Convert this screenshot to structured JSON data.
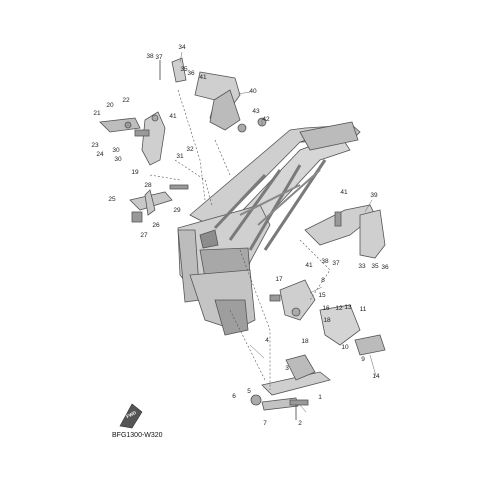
{
  "diagram": {
    "drawing_code": "BFG1300-W320",
    "fwd_badge": "FWD",
    "callouts": [
      {
        "id": "c1",
        "text": "1"
      },
      {
        "id": "c2",
        "text": "2"
      },
      {
        "id": "c3",
        "text": "3"
      },
      {
        "id": "c4",
        "text": "4"
      },
      {
        "id": "c5",
        "text": "5"
      },
      {
        "id": "c6",
        "text": "6"
      },
      {
        "id": "c7",
        "text": "7"
      },
      {
        "id": "c8",
        "text": "8"
      },
      {
        "id": "c9",
        "text": "9"
      },
      {
        "id": "c10",
        "text": "10"
      },
      {
        "id": "c11",
        "text": "11"
      },
      {
        "id": "c12",
        "text": "12"
      },
      {
        "id": "c13",
        "text": "13"
      },
      {
        "id": "c14",
        "text": "14"
      },
      {
        "id": "c15",
        "text": "15"
      },
      {
        "id": "c16",
        "text": "16"
      },
      {
        "id": "c17",
        "text": "17"
      },
      {
        "id": "c18a",
        "text": "18"
      },
      {
        "id": "c18b",
        "text": "18"
      },
      {
        "id": "c19",
        "text": "19"
      },
      {
        "id": "c20",
        "text": "20"
      },
      {
        "id": "c21",
        "text": "21"
      },
      {
        "id": "c22",
        "text": "22"
      },
      {
        "id": "c23",
        "text": "23"
      },
      {
        "id": "c24",
        "text": "24"
      },
      {
        "id": "c25",
        "text": "25"
      },
      {
        "id": "c26",
        "text": "26"
      },
      {
        "id": "c27",
        "text": "27"
      },
      {
        "id": "c28",
        "text": "28"
      },
      {
        "id": "c29",
        "text": "29"
      },
      {
        "id": "c30a",
        "text": "30"
      },
      {
        "id": "c30b",
        "text": "30"
      },
      {
        "id": "c31",
        "text": "31"
      },
      {
        "id": "c32",
        "text": "32"
      },
      {
        "id": "c33",
        "text": "33"
      },
      {
        "id": "c34",
        "text": "34"
      },
      {
        "id": "c35a",
        "text": "35"
      },
      {
        "id": "c35b",
        "text": "35"
      },
      {
        "id": "c36a",
        "text": "36"
      },
      {
        "id": "c36b",
        "text": "36"
      },
      {
        "id": "c37a",
        "text": "37"
      },
      {
        "id": "c37b",
        "text": "37"
      },
      {
        "id": "c38a",
        "text": "38"
      },
      {
        "id": "c38b",
        "text": "38"
      },
      {
        "id": "c39",
        "text": "39"
      },
      {
        "id": "c40",
        "text": "40"
      },
      {
        "id": "c41a",
        "text": "41"
      },
      {
        "id": "c41b",
        "text": "41"
      },
      {
        "id": "c41c",
        "text": "41"
      },
      {
        "id": "c41d",
        "text": "41"
      },
      {
        "id": "c42",
        "text": "42"
      },
      {
        "id": "c43",
        "text": "43"
      }
    ]
  }
}
